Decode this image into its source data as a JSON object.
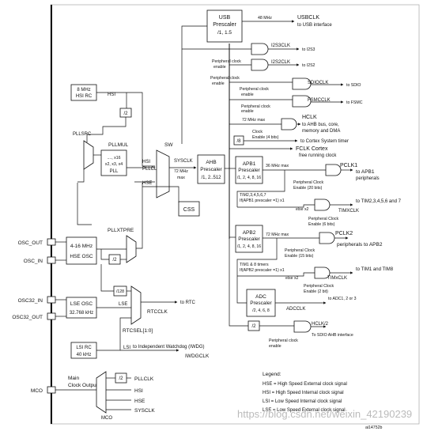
{
  "usb": {
    "title": "USB",
    "sub": "Prescaler",
    "div": "/1, 1.5",
    "freq": "48 MHz",
    "out": "USBCLK",
    "dest": "to USB interface"
  },
  "i2s": {
    "i2s3": "I2S3CLK",
    "i2s2": "I2S2CLK",
    "to3": "to I2S3",
    "to2": "to I2S2",
    "pce1": "Peripheral clock",
    "pce2": "enable"
  },
  "sdio": {
    "out": "SDIOCLK",
    "to": "to SDIO",
    "pce1": "Peripheral clock",
    "pce2": "enable"
  },
  "fsmc": {
    "out": "FSMCCLK",
    "to": "to FSMC",
    "pce1": "Peripheral clock",
    "pce2": "enable"
  },
  "hclk": {
    "max": "72 MHz max",
    "l1": "HCLK",
    "l2": "to AHB bus, core,",
    "l3": "memory and DMA",
    "sys": "to Cortex System timer",
    "div8": "/8",
    "cen1": "Clock",
    "cen2": "Enable (4 bits)",
    "fclk1": "FCLK Cortex",
    "fclk2": "free running clock"
  },
  "hsi": {
    "l1": "8 MHz",
    "l2": "HSI RC",
    "tag": "HSI",
    "div2": "/2"
  },
  "pll": {
    "src": "PLLSRC",
    "mul": "PLLMUL",
    "mulv1": "...., x16",
    "mulv2": "x2, x3, x4",
    "name": "PLL",
    "pllclk": "PLLCLK",
    "hsi": "HSI",
    "hse": "HSE"
  },
  "sw": {
    "label": "SW",
    "sysclk": "SYSCLK",
    "max1": "72 MHz",
    "max2": "max"
  },
  "ahb": {
    "l1": "AHB",
    "l2": "Prescaler",
    "l3": "/1, 2..512"
  },
  "css": "CSS",
  "apb1": {
    "l1": "APB1",
    "l2": "Prescaler",
    "l3": "/1, 2, 4, 8, 16",
    "max": "36 MHz max",
    "out": "PCLK1",
    "to1": "to APB1",
    "to2": "peripherals",
    "en1": "Peripheral Clock",
    "en2": "Enable (20 bits)",
    "tim1": "TIM2,3,4,5,6,7",
    "tim2": "If(APB1 prescaler =1) x1",
    "tim3": "else  x2",
    "timout": "TIMXCLK",
    "timto": "to TIM2,3,4,5,6 and 7",
    "ten1": "Peripheral Clock",
    "ten2": "Enable (6 bits)"
  },
  "apb2": {
    "l1": "APB2",
    "l2": "Prescaler",
    "l3": "/1, 2, 4, 8, 16",
    "max": "72 MHz max",
    "out": "PCLK2",
    "to": "peripherals to APB2",
    "en1": "Peripheral Clock",
    "en2": "Enable (15 bits)",
    "tim1": "TIM1 & 8 timers",
    "tim2": "If(APB2 prescaler =1) x1",
    "tim3": "else  x2",
    "timout": "TIMxCLK",
    "timto": "to TIM1 and TIM8",
    "ten1": "Peripheral Clock",
    "ten2": "Enable (2 bit)"
  },
  "adc": {
    "l1": "ADC",
    "l2": "Prescaler",
    "l3": "/2, 4, 6, 8",
    "out": "ADCCLK",
    "to": "to ADC1, 2 or 3"
  },
  "hclk2": {
    "div": "/2",
    "out": "HCLK/2",
    "to": "To SDIO AHB interface",
    "en1": "Peripheral clock",
    "en2": "enable"
  },
  "hse": {
    "oscout": "OSC_OUT",
    "oscin": "OSC_IN",
    "l1": "4-16 MHz",
    "l2": "HSE OSC",
    "xtpre": "PLLXTPRE",
    "div2": "/2"
  },
  "lse": {
    "in": "OSC32_IN",
    "out": "OSC32_OUT",
    "l1": "LSE OSC",
    "l2": "32.768 kHz",
    "tag": "LSE",
    "div128": "/128",
    "rtcclk": "RTCCLK",
    "to": "to RTC",
    "rtcsel": "RTCSEL[1:0]"
  },
  "lsi": {
    "l1": "LSI RC",
    "l2": "40 kHz",
    "tag": "LSI",
    "to": "to Independent Watchdog (IWDG)",
    "out": "IWDGCLK"
  },
  "mco": {
    "pin": "MCO",
    "l1": "Main",
    "l2": "Clock Output",
    "div2": "/2",
    "pllclk": "PLLCLK",
    "hsi": "HSI",
    "hse": "HSE",
    "sysclk": "SYSCLK",
    "mux": "MCO"
  },
  "legend": {
    "title": "Legend:",
    "l1": "HSE = High Speed External clock signal",
    "l2": "HSI = High Speed Internal clock signal",
    "l3": "LSI = Low Speed Internal clock signal",
    "l4": "LSE = Low Speed External clock signal"
  },
  "watermark": "https://blog.csdn.net/weixin_42190239",
  "figid": "ai14752b"
}
